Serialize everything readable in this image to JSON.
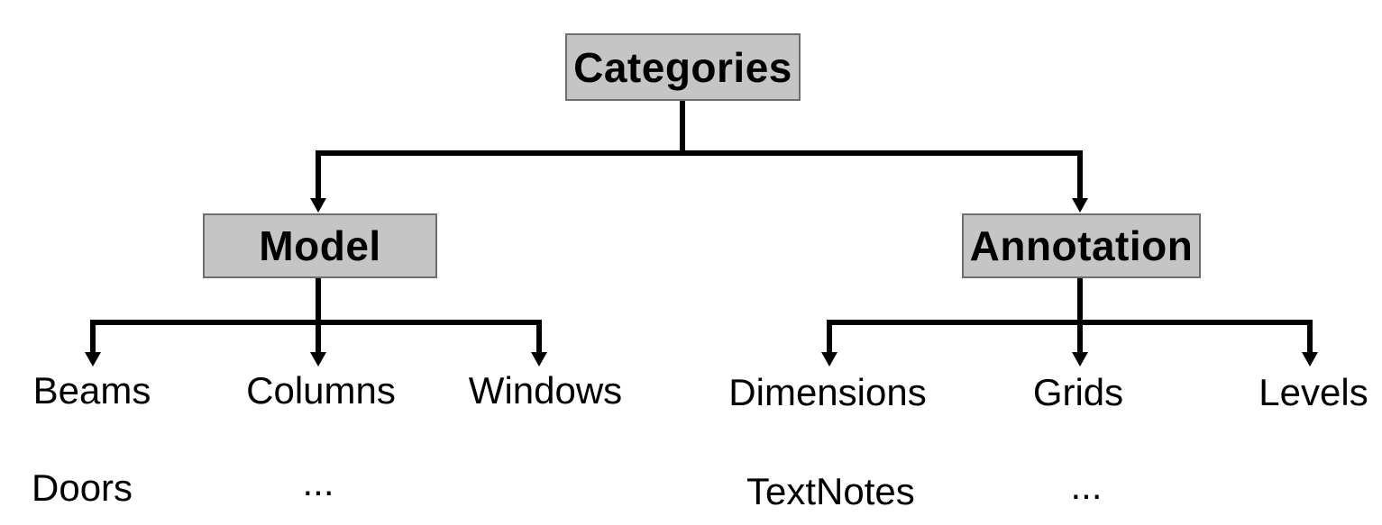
{
  "diagram": {
    "root": {
      "label": "Categories"
    },
    "branches": [
      {
        "label": "Model",
        "children": [
          {
            "label": "Beams"
          },
          {
            "label": "Columns"
          },
          {
            "label": "Windows"
          }
        ],
        "extra": [
          {
            "label": "Doors"
          },
          {
            "label": "..."
          }
        ]
      },
      {
        "label": "Annotation",
        "children": [
          {
            "label": "Dimensions"
          },
          {
            "label": "Grids"
          },
          {
            "label": "Levels"
          }
        ],
        "extra": [
          {
            "label": "TextNotes"
          },
          {
            "label": "..."
          }
        ]
      }
    ]
  },
  "colors": {
    "background": "#ffffff",
    "box_fill": "#c5c5c5",
    "box_border": "#6e6e6e",
    "line": "#000000",
    "text": "#000000"
  }
}
